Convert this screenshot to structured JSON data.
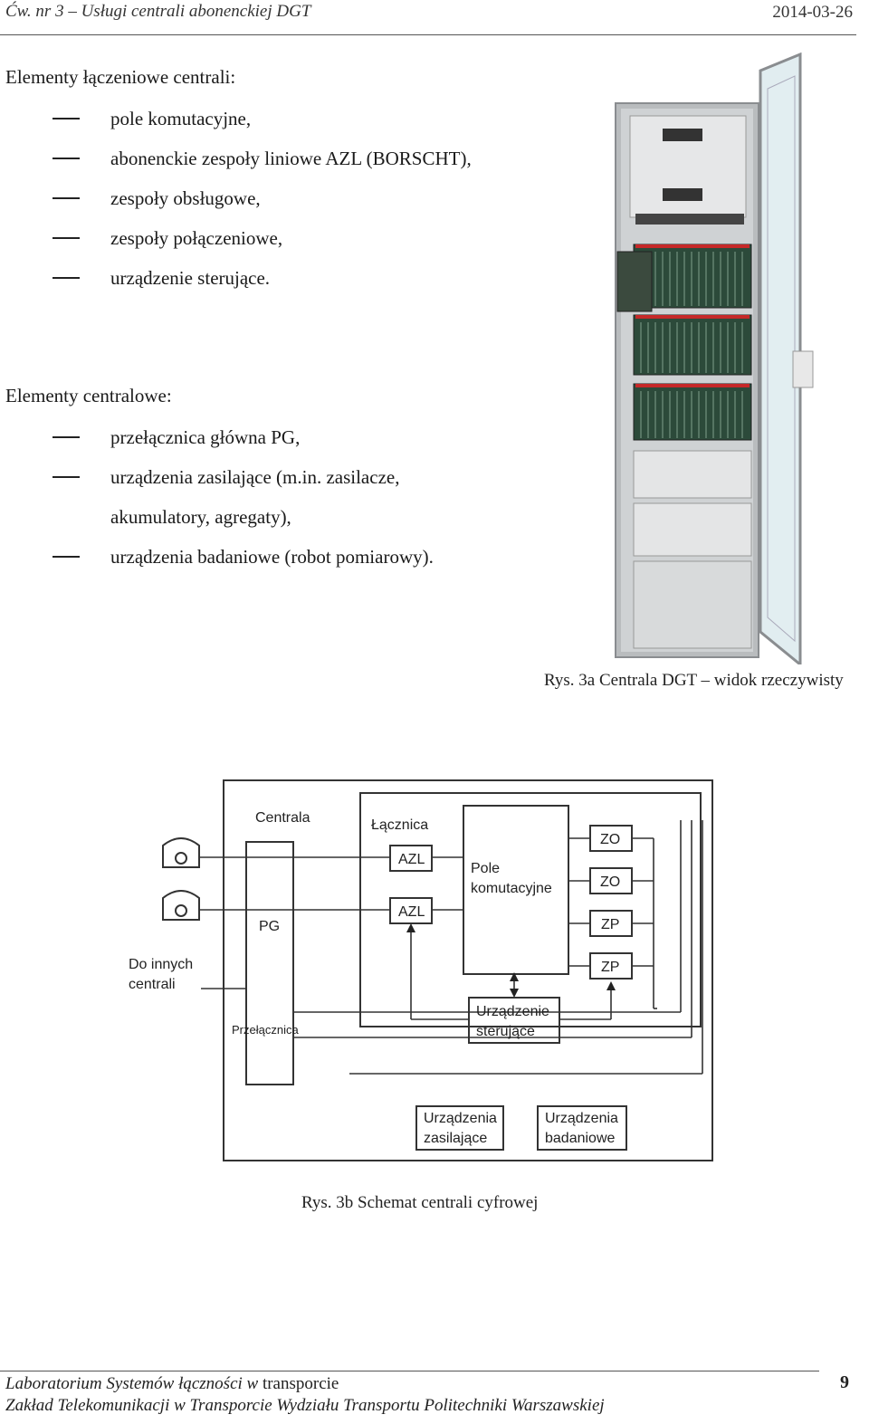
{
  "header": {
    "left": "Ćw. nr 3 – Usługi centrali abonenckiej DGT",
    "right": "2014-03-26"
  },
  "section1": {
    "heading": "Elementy łączeniowe centrali:",
    "items": [
      "pole komutacyjne,",
      "abonenckie zespoły liniowe AZL (BORSCHT),",
      "zespoły obsługowe,",
      "zespoły połączeniowe,",
      "urządzenie sterujące."
    ]
  },
  "section2": {
    "heading": "Elementy centralowe:",
    "items": [
      "przełącznica główna PG,",
      "urządzenia zasilające (m.in. zasilacze,",
      "urządzenia badaniowe (robot pomiarowy)."
    ],
    "continuation": "akumulatory, agregaty),"
  },
  "figure_a": {
    "caption": "Rys. 3a Centrala DGT – widok rzeczywisty"
  },
  "figure_b": {
    "caption": "Rys. 3b Schemat centrali cyfrowej",
    "labels": {
      "centrala": "Centrala",
      "lacznica": "Łącznica",
      "pg": "PG",
      "przelacznica": "Przełącznica",
      "do_innych_1": "Do innych",
      "do_innych_2": "centrali",
      "azl_1": "AZL",
      "azl_2": "AZL",
      "pole_1": "Pole",
      "pole_2": "komutacyjne",
      "zo_1": "ZO",
      "zo_2": "ZO",
      "zp_1": "ZP",
      "zp_2": "ZP",
      "ster_1": "Urządzenie",
      "ster_2": "sterujące",
      "zas_1": "Urządzenia",
      "zas_2": "zasilające",
      "bad_1": "Urządzenia",
      "bad_2": "badaniowe"
    }
  },
  "footer": {
    "line1_italic": "Laboratorium Systemów łączności w",
    "line1_plain": " transporcie",
    "line2": "Zakład Telekomunikacji w Transporcie Wydziału Transportu Politechniki Warszawskiej",
    "page_number": "9"
  }
}
